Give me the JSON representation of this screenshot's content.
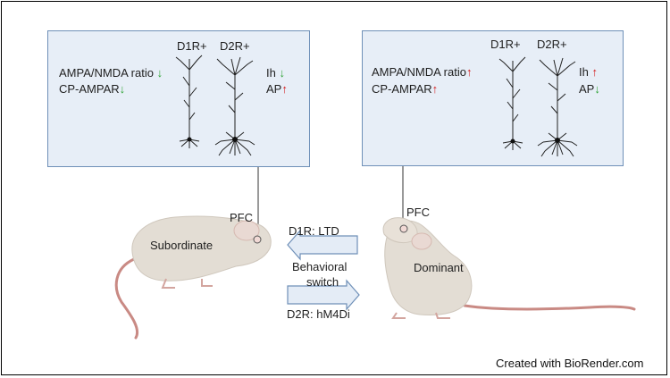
{
  "left_panel": {
    "d1r_label": "D1R+",
    "d2r_label": "D2R+",
    "line1_text": "AMPA/NMDA ratio",
    "line1_arrow": "↓",
    "line2_text": "CP-AMPAR",
    "line2_arrow": "↓",
    "right1_text": "Ih",
    "right1_arrow": "↓",
    "right2_text": "AP",
    "right2_arrow": "↑"
  },
  "right_panel": {
    "d1r_label": "D1R+",
    "d2r_label": "D2R+",
    "line1_text": "AMPA/NMDA ratio",
    "line1_arrow": "↑",
    "line2_text": "CP-AMPAR",
    "line2_arrow": "↑",
    "right1_text": "Ih",
    "right1_arrow": "↑",
    "right2_text": "AP",
    "right2_arrow": "↓"
  },
  "left_mouse": {
    "pfc_label": "PFC",
    "name": "Subordinate"
  },
  "right_mouse": {
    "pfc_label": "PFC",
    "name": "Dominant"
  },
  "center": {
    "top_arrow_label": "D1R: LTD",
    "switch_line1": "Behavioral",
    "switch_line2": "switch",
    "bottom_arrow_label": "D2R: hM4Di"
  },
  "credit": "Created with BioRender.com",
  "colors": {
    "up_arrow": "#d42020",
    "down_arrow": "#2fa335",
    "panel_fill": "#e7eef7",
    "panel_border": "#6f90b8",
    "mouse_body": "#e3ddd4",
    "tail": "#c98a84"
  }
}
